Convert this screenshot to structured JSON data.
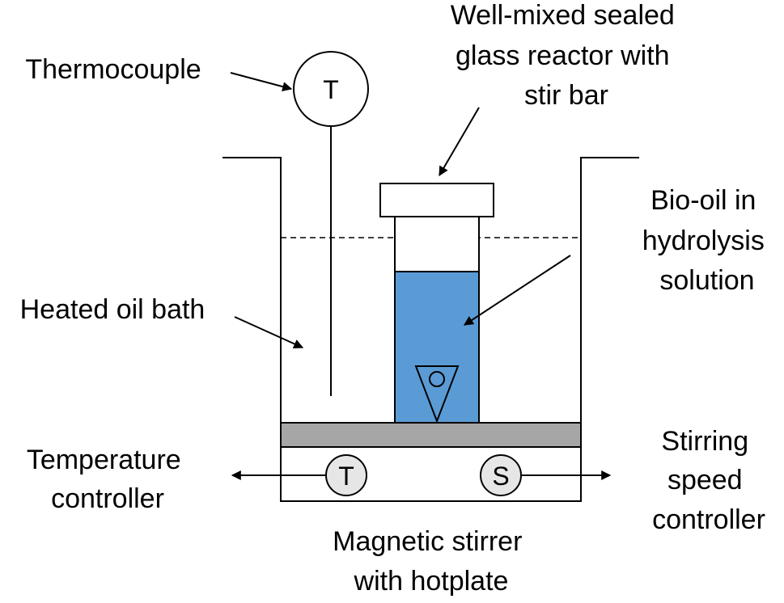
{
  "labels": {
    "thermocouple": "Thermocouple",
    "reactor": [
      "Well-mixed sealed",
      "glass reactor with",
      "stir bar"
    ],
    "biooil": [
      "Bio-oil in",
      "hydrolysis",
      "solution"
    ],
    "oil_bath": "Heated oil bath",
    "temp_controller": [
      "Temperature",
      "controller"
    ],
    "stir_controller": [
      "Stirring",
      "speed",
      "controller"
    ],
    "stirrer": [
      "Magnetic stirrer",
      "with hotplate"
    ]
  },
  "symbols": {
    "thermocouple": "T",
    "temp_knob": "T",
    "speed_knob": "S"
  },
  "colors": {
    "solution": "#5b9bd5",
    "hotplate": "#a6a6a6",
    "knob_fill": "#e6e6e6",
    "stroke": "#000000"
  }
}
